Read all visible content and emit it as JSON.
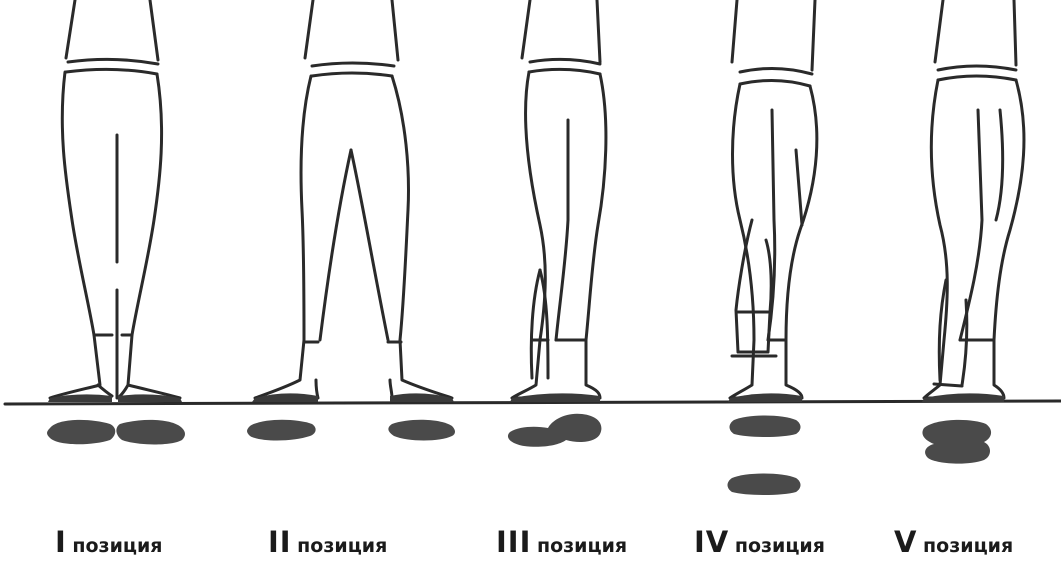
{
  "positions": [
    {
      "numeral": "I",
      "word": "позиция"
    },
    {
      "numeral": "II",
      "word": "позиция"
    },
    {
      "numeral": "III",
      "word": "позиция"
    },
    {
      "numeral": "IV",
      "word": "позиция"
    },
    {
      "numeral": "V",
      "word": "позиция"
    }
  ],
  "colors": {
    "line": "#2a2a2a",
    "footprint": "#4a4a4a",
    "background": "#ffffff"
  }
}
